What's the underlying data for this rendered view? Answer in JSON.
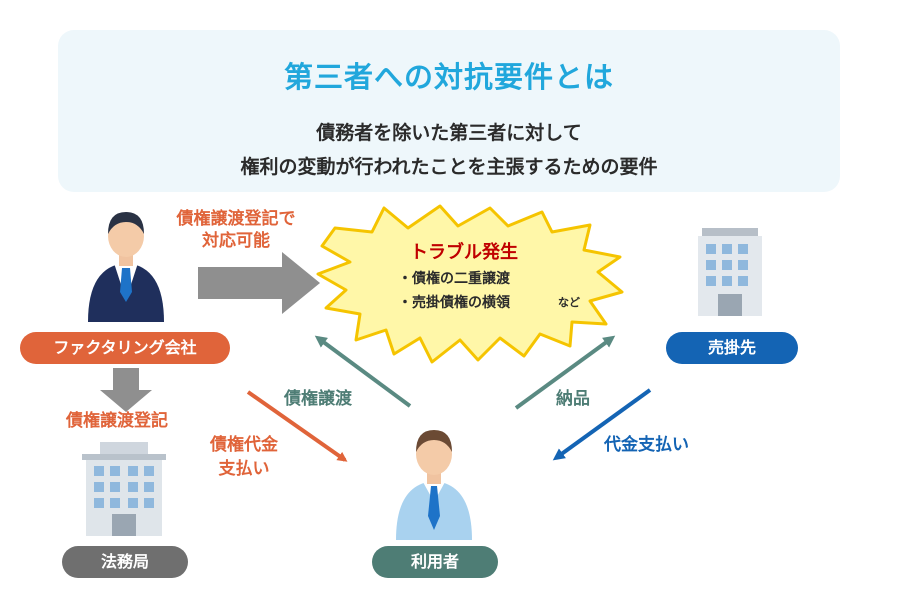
{
  "header": {
    "title": "第三者への対抗要件とは",
    "line1": "債務者を除いた第三者に対して",
    "line2": "権利の変動が行われたことを主張するための要件"
  },
  "burst": {
    "title": "トラブル発生",
    "item1": "・債権の二重譲渡",
    "item2": "・売掛債権の横領",
    "note": "など"
  },
  "labels": {
    "registration_line1": "債権譲渡登記で",
    "registration_line2": "対応可能",
    "registration": "債権譲渡登記",
    "assignment": "債権譲渡",
    "payment_line1": "債権代金",
    "payment_line2": "支払い",
    "delivery": "納品",
    "price_payment": "代金支払い"
  },
  "nodes": {
    "factoring": "ファクタリング会社",
    "legal_bureau": "法務局",
    "user": "利用者",
    "customer": "売掛先"
  },
  "colors": {
    "accent": "#21a7dc",
    "orange": "#e0643a",
    "teal": "#4e7d75",
    "blue": "#1464b4",
    "gray": "#6f6f6f",
    "burst_fill": "#fff7a8",
    "burst_stroke": "#f5c400",
    "trouble": "#c00000"
  }
}
